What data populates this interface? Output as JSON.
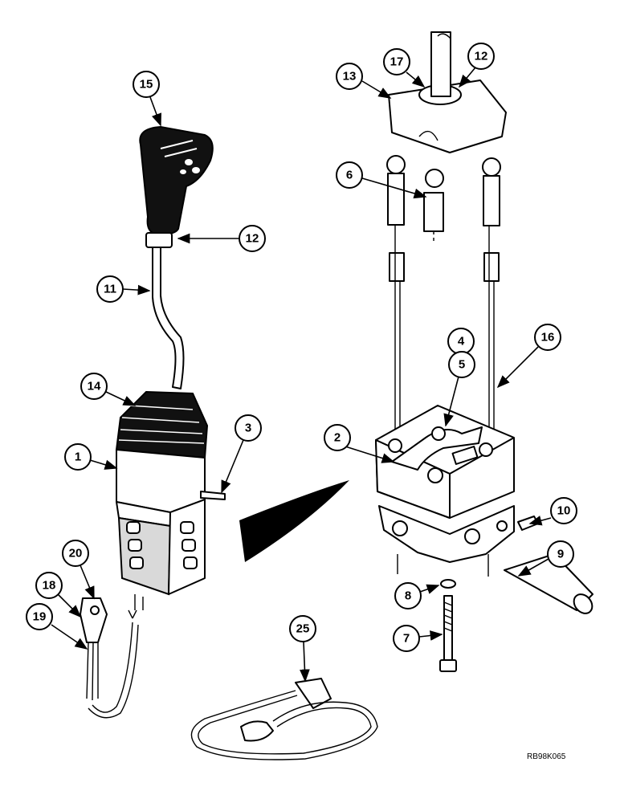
{
  "diagram": {
    "reference_code": "RB98K065",
    "callouts": [
      {
        "id": "c15",
        "label": "15"
      },
      {
        "id": "c12a",
        "label": "12"
      },
      {
        "id": "c11",
        "label": "11"
      },
      {
        "id": "c14",
        "label": "14"
      },
      {
        "id": "c1",
        "label": "1"
      },
      {
        "id": "c3",
        "label": "3"
      },
      {
        "id": "c20",
        "label": "20"
      },
      {
        "id": "c18",
        "label": "18"
      },
      {
        "id": "c19",
        "label": "19"
      },
      {
        "id": "c13",
        "label": "13"
      },
      {
        "id": "c17",
        "label": "17"
      },
      {
        "id": "c12b",
        "label": "12"
      },
      {
        "id": "c6",
        "label": "6"
      },
      {
        "id": "c4",
        "label": "4"
      },
      {
        "id": "c5",
        "label": "5"
      },
      {
        "id": "c16",
        "label": "16"
      },
      {
        "id": "c2",
        "label": "2"
      },
      {
        "id": "c10",
        "label": "10"
      },
      {
        "id": "c9",
        "label": "9"
      },
      {
        "id": "c8",
        "label": "8"
      },
      {
        "id": "c7",
        "label": "7"
      },
      {
        "id": "c25",
        "label": "25"
      }
    ]
  }
}
